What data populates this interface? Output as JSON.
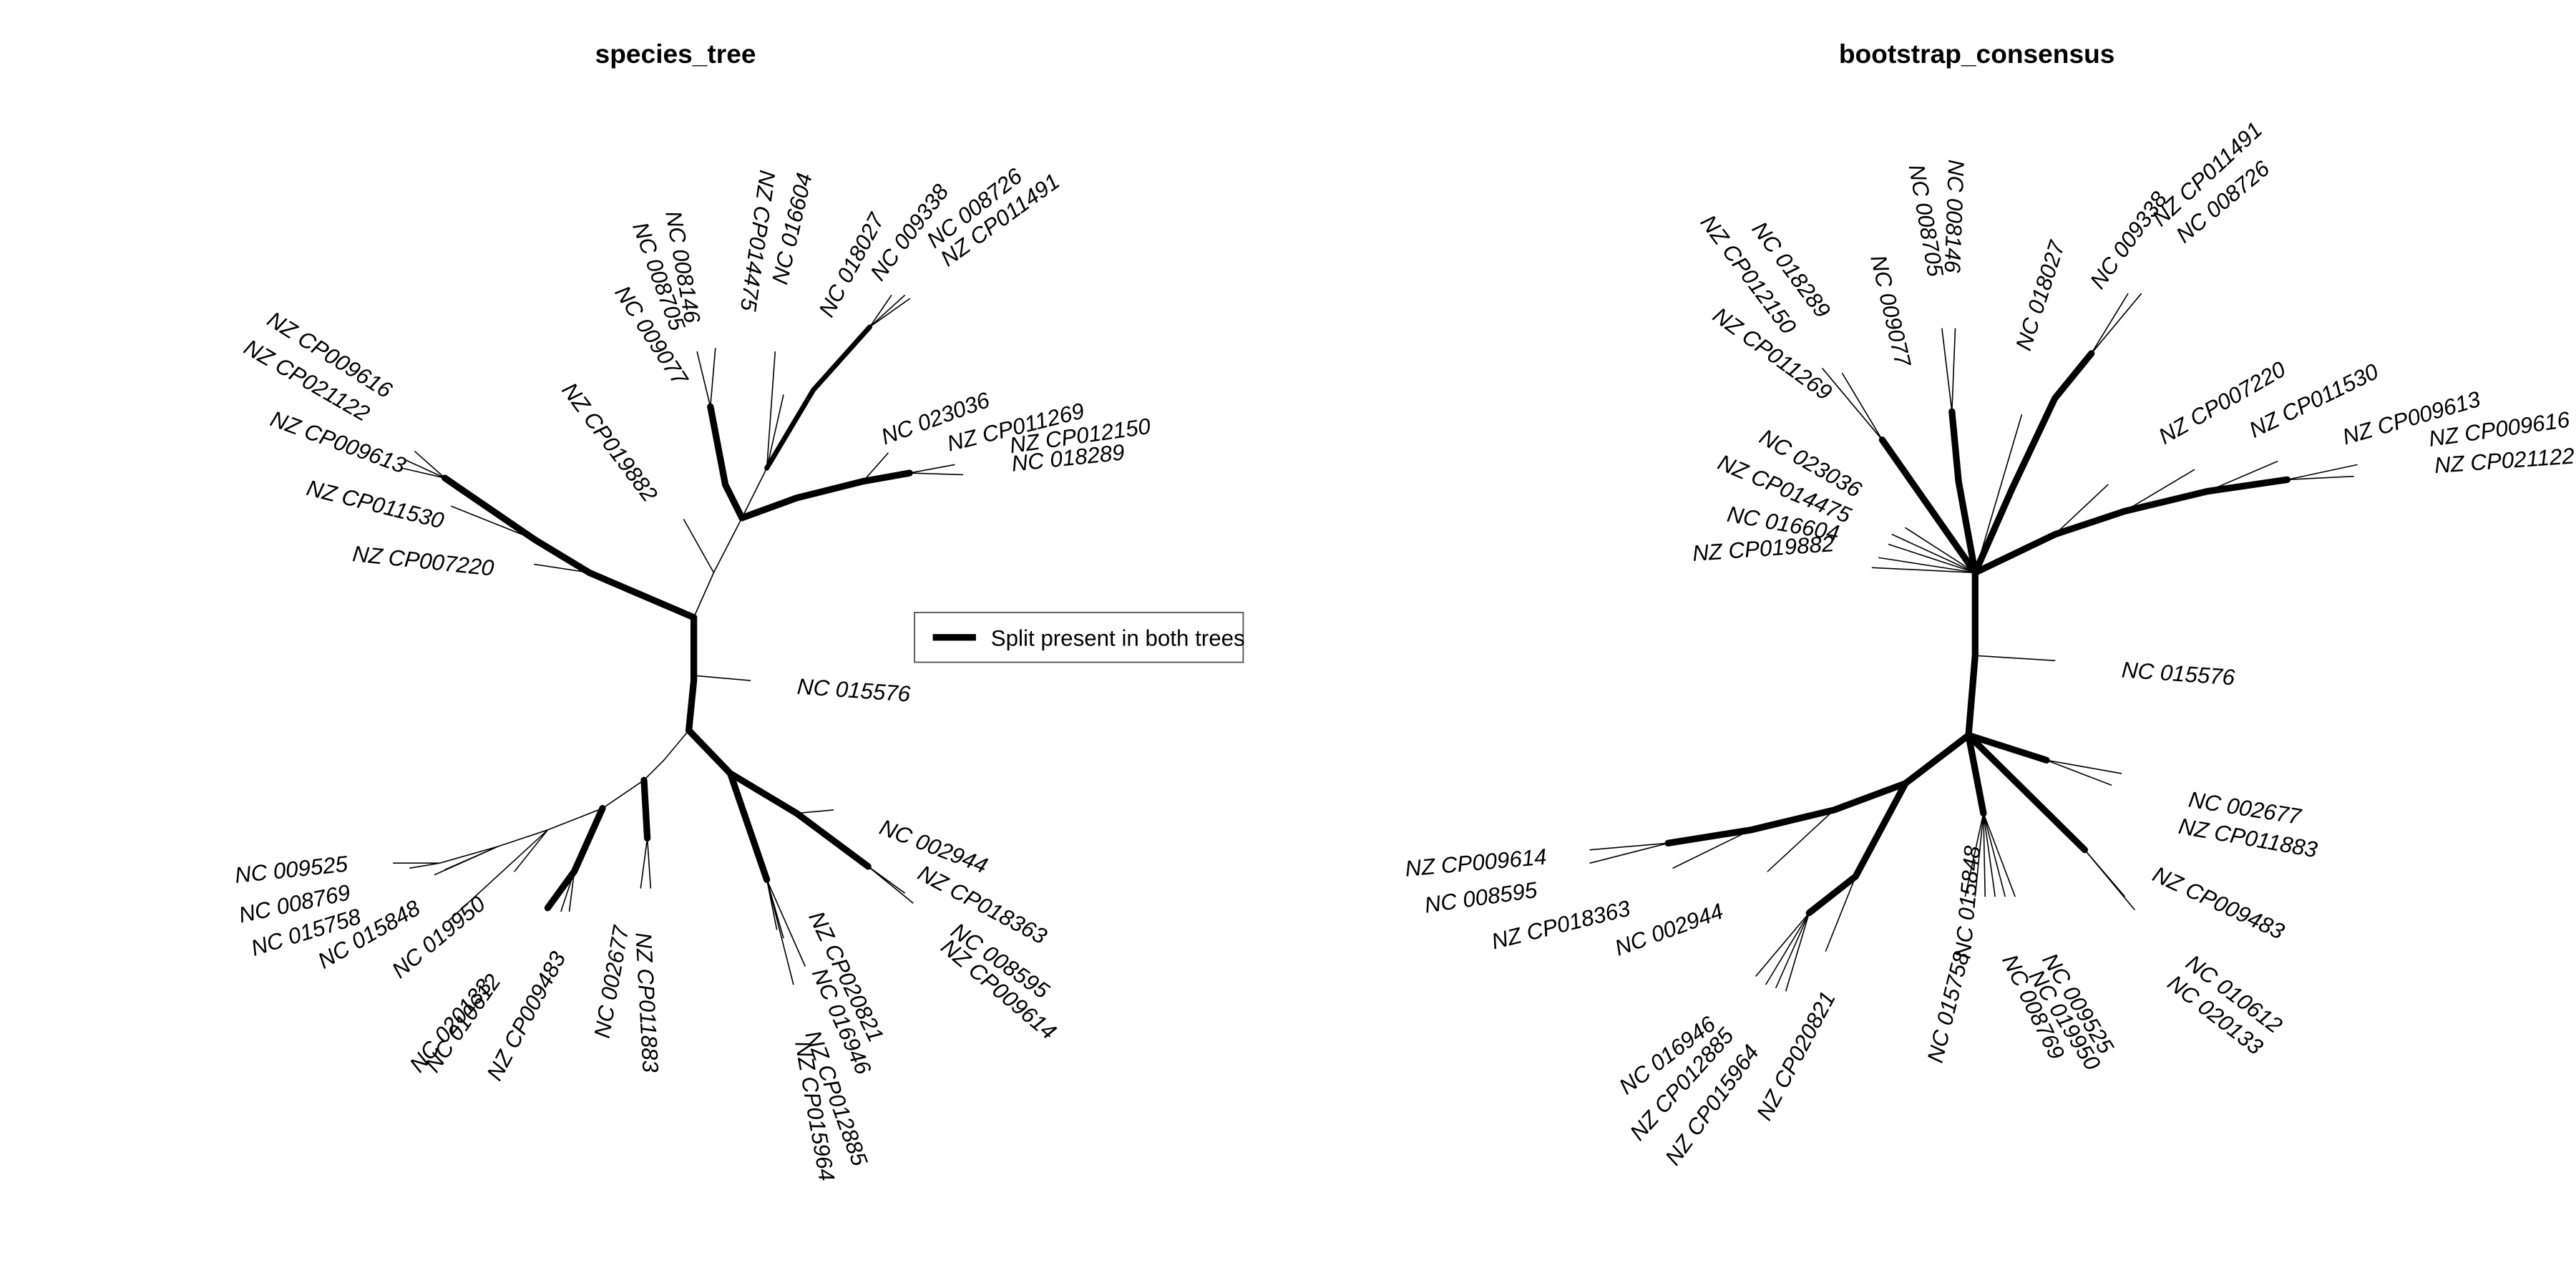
{
  "legend": {
    "label": "Split present in both trees"
  },
  "trees": [
    {
      "id": "left",
      "title": "species_tree",
      "leaves": [
        "NZ CP009616",
        "NZ CP021122",
        "NZ CP009613",
        "NZ CP011530",
        "NZ CP007220",
        "NZ CP019882",
        "NC 009077",
        "NC 008705",
        "NC 008146",
        "NZ CP014475",
        "NC 016604",
        "NC 018027",
        "NC 009338",
        "NC 008726",
        "NZ CP011491",
        "NC 023036",
        "NZ CP011269",
        "NZ CP012150",
        "NC 018289",
        "NC 015576",
        "NC 002944",
        "NZ CP018363",
        "NC 008595",
        "NZ CP009614",
        "NZ CP020821",
        "NC 016946",
        "NZ CP012885",
        "NZ CP015964",
        "NZ CP011883",
        "NC 002677",
        "NZ CP009483",
        "NC 010612",
        "NC 020133",
        "NC 019950",
        "NC 015848",
        "NC 015758",
        "NC 008769",
        "NC 009525"
      ]
    },
    {
      "id": "right",
      "title": "bootstrap_consensus",
      "leaves": [
        "NC 008146",
        "NC 008705",
        "NC 009077",
        "NC 018289",
        "NZ CP012150",
        "NZ CP011269",
        "NC 023036",
        "NZ CP014475",
        "NC 016604",
        "NZ CP019882",
        "NC 018027",
        "NC 009338",
        "NZ CP011491",
        "NC 008726",
        "NZ CP007220",
        "NZ CP011530",
        "NZ CP009613",
        "NZ CP009616",
        "NZ CP021122",
        "NC 015576",
        "NC 002677",
        "NZ CP011883",
        "NZ CP009483",
        "NC 010612",
        "NC 020133",
        "NC 009525",
        "NC 019950",
        "NC 008769",
        "NC 015848",
        "NC 015758",
        "NZ CP020821",
        "NZ CP015964",
        "NZ CP012885",
        "NC 016946",
        "NC 002944",
        "NZ CP018363",
        "NC 008595",
        "NZ CP009614"
      ]
    }
  ]
}
